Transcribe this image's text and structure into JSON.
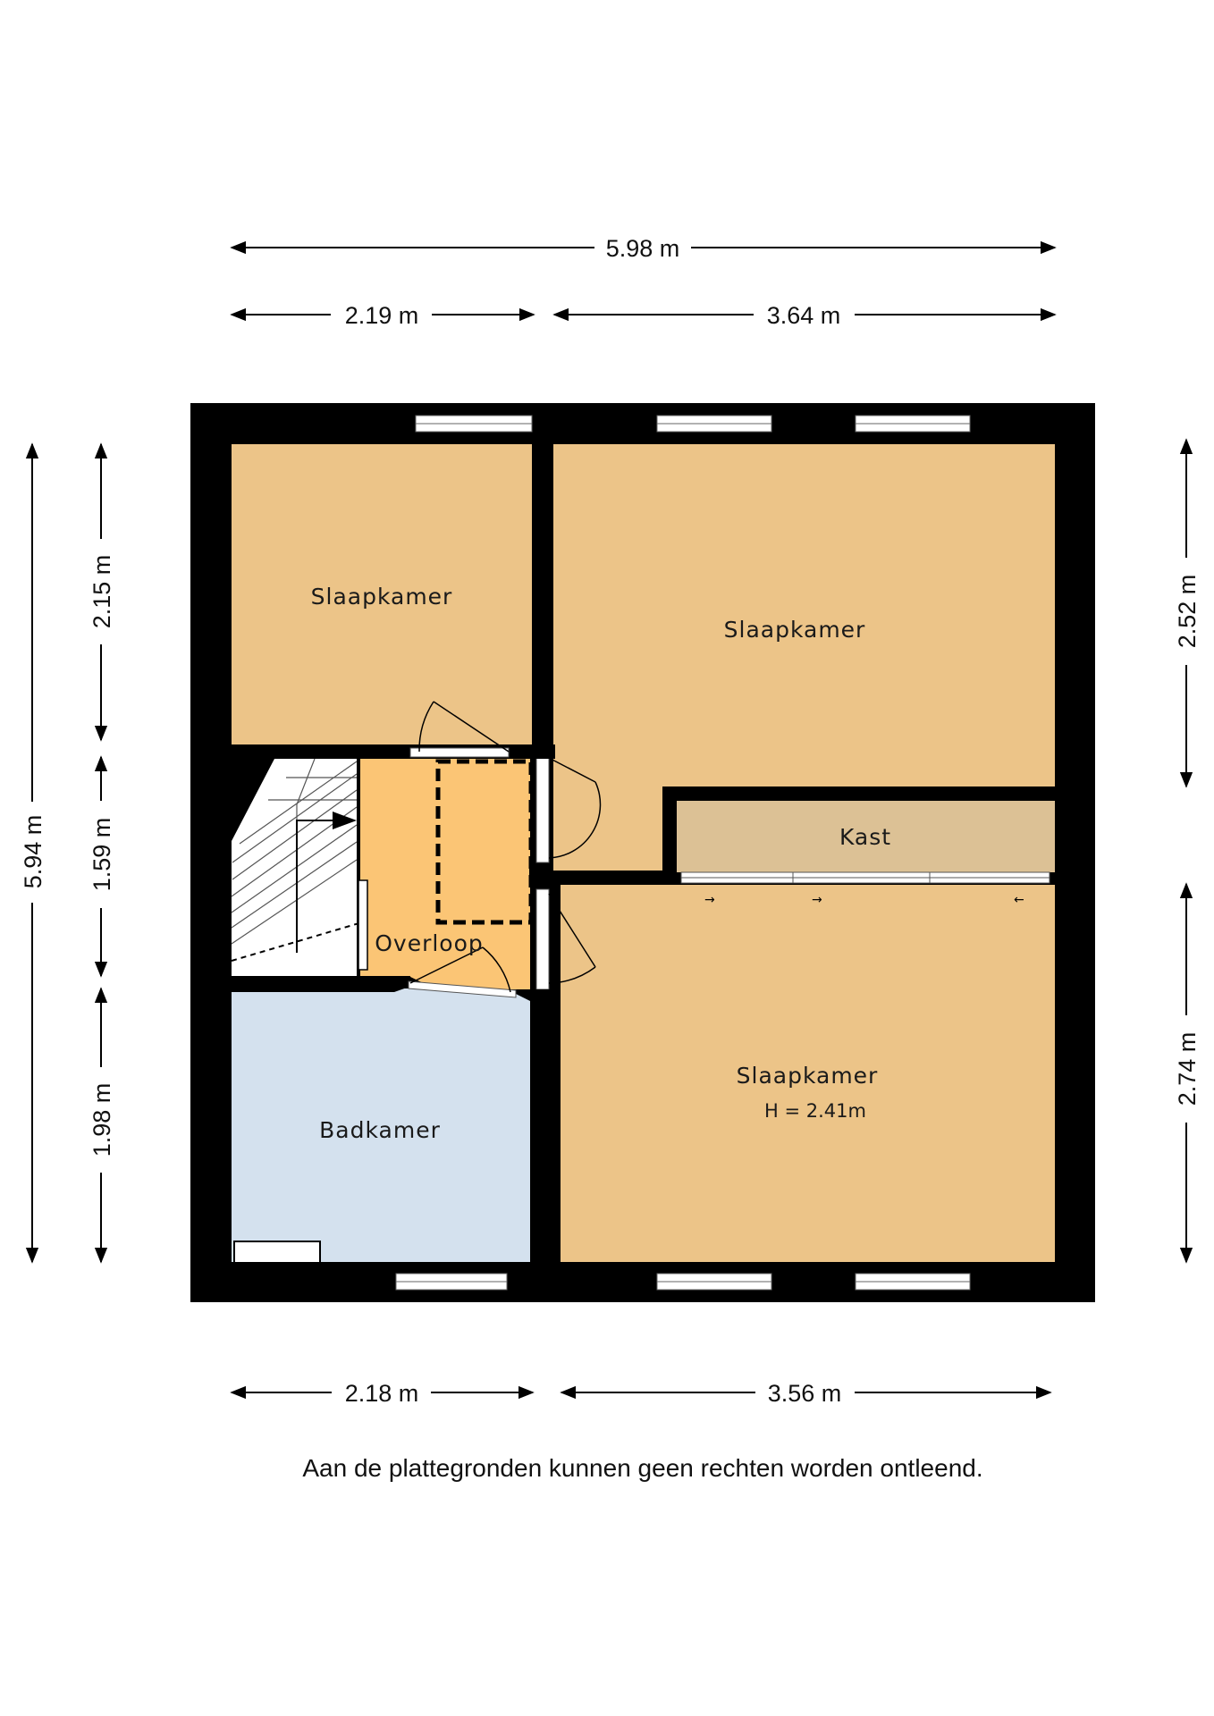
{
  "dimensions": {
    "top_total": "5.98 m",
    "top_left": "2.19 m",
    "top_right": "3.64 m",
    "bottom_left": "2.18 m",
    "bottom_right": "3.56 m",
    "left_total": "5.94 m",
    "left_top": "2.15 m",
    "left_middle": "1.59 m",
    "left_bottom": "1.98 m",
    "right_top": "2.52 m",
    "right_bottom": "2.74 m"
  },
  "rooms": {
    "bedroom_top_left": "Slaapkamer",
    "bedroom_top_right": "Slaapkamer",
    "bedroom_bottom_right": "Slaapkamer",
    "bedroom_bottom_right_height": "H = 2.41m",
    "closet": "Kast",
    "landing": "Overloop",
    "bathroom": "Badkamer"
  },
  "colors": {
    "bedroom": "#ecc488",
    "landing": "#fbc575",
    "closet": "#dcc195",
    "bathroom": "#d4e1ee",
    "wall": "#000000"
  },
  "disclaimer": "Aan de plattegronden kunnen geen rechten worden ontleend."
}
